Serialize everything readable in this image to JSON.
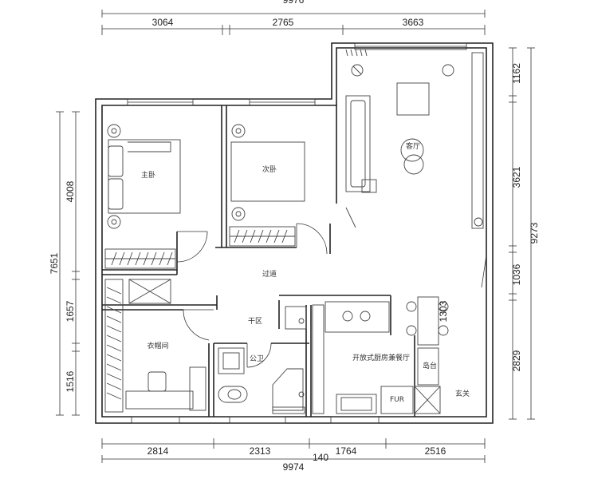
{
  "dimensions": {
    "top_total": "9976",
    "top_segments": [
      "3064",
      "2765",
      "3663"
    ],
    "bottom_total": "9974",
    "bottom_segments": [
      "2814",
      "2313",
      "1764",
      "2516"
    ],
    "bottom_small": "140",
    "left_total": "7651",
    "left_segments": [
      "4008",
      "1657",
      "1516"
    ],
    "right_total": "9273",
    "right_segments": [
      "1162",
      "3621",
      "1036",
      "2829"
    ],
    "island_width": "1303"
  },
  "rooms": {
    "master_bedroom": "主卧",
    "second_bedroom": "次卧",
    "living_room": "客厅",
    "corridor": "过道",
    "dry_area": "干区",
    "cloakroom": "衣帽间",
    "public_bath": "公卫",
    "kitchen_dining": "开放式厨房兼餐厅",
    "island": "岛台",
    "entrance": "玄关",
    "fridge": "FUR"
  }
}
